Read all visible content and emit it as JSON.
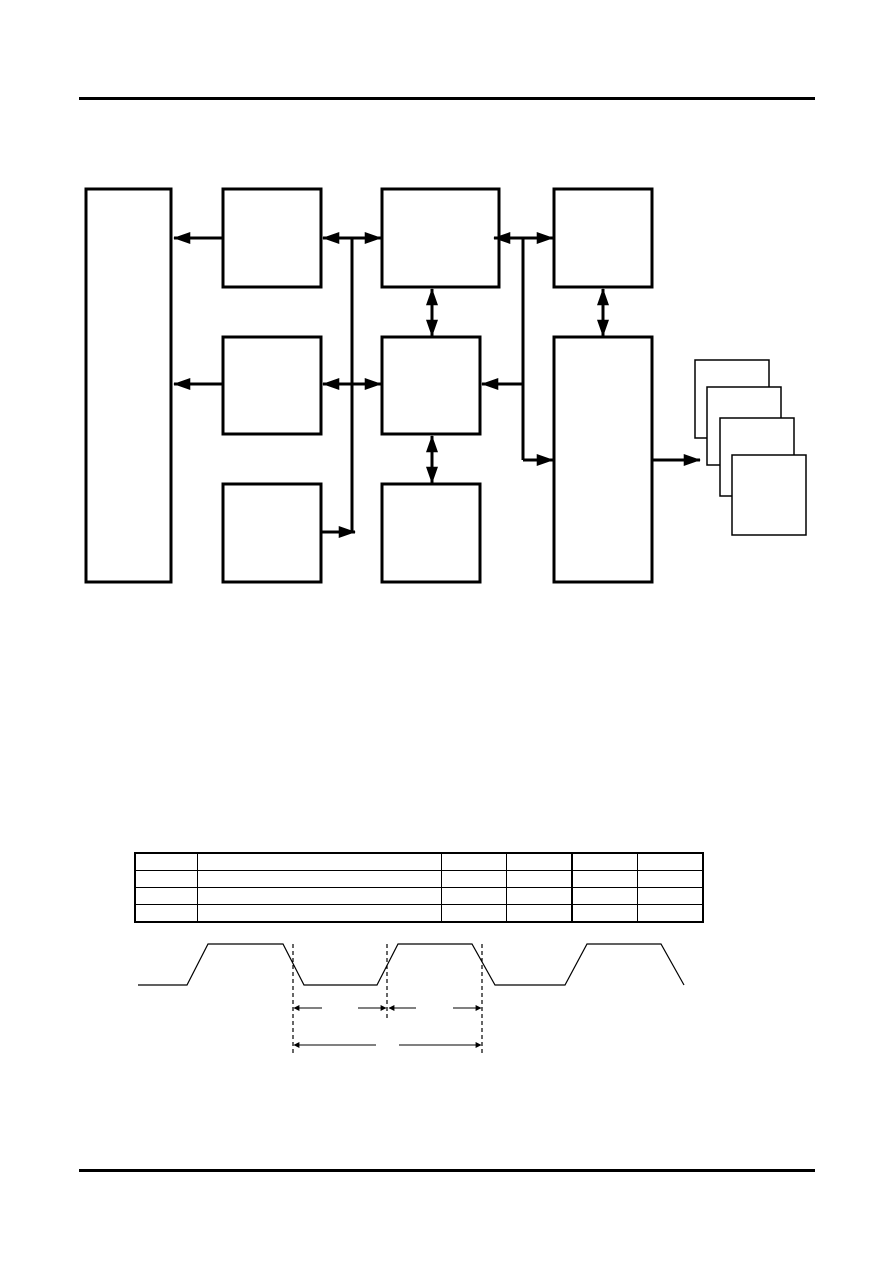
{
  "colors": {
    "stroke": "#000000",
    "background": "#ffffff"
  },
  "block_diagram": {
    "blocks": [
      {
        "id": "block-tall-left",
        "label": ""
      },
      {
        "id": "block-a1",
        "label": ""
      },
      {
        "id": "block-a2",
        "label": ""
      },
      {
        "id": "block-a3",
        "label": ""
      },
      {
        "id": "block-b1",
        "label": ""
      },
      {
        "id": "block-b2",
        "label": ""
      },
      {
        "id": "block-b3",
        "label": ""
      },
      {
        "id": "block-c1",
        "label": ""
      },
      {
        "id": "block-c2",
        "label": ""
      },
      {
        "id": "stack-1",
        "label": ""
      },
      {
        "id": "stack-2",
        "label": ""
      },
      {
        "id": "stack-3",
        "label": ""
      },
      {
        "id": "stack-4",
        "label": ""
      }
    ]
  },
  "timing_table": {
    "rows": [
      [
        "",
        "",
        "",
        "",
        "",
        ""
      ],
      [
        "",
        "",
        "",
        "",
        "",
        ""
      ],
      [
        "",
        "",
        "",
        "",
        "",
        ""
      ],
      [
        "",
        "",
        "",
        "",
        "",
        ""
      ]
    ]
  },
  "timing_diagram": {
    "labels": {
      "high_time": "",
      "low_time": "",
      "period": ""
    }
  }
}
